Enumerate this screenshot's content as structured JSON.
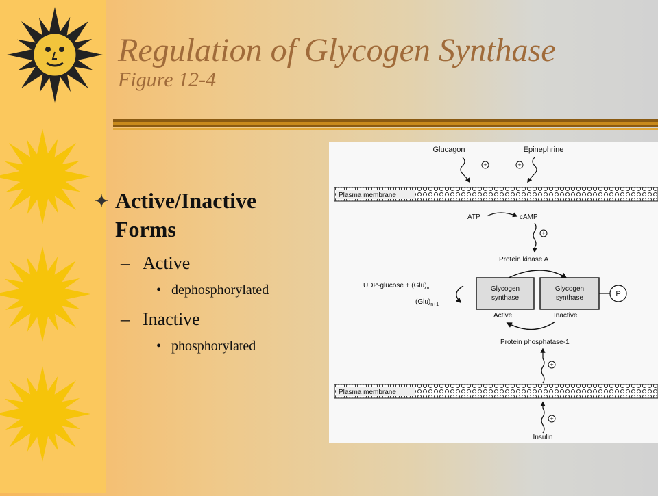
{
  "slide": {
    "title": "Regulation of Glycogen Synthase",
    "subtitle": "Figure 12-4",
    "bullets": {
      "main": "Active/Inactive Forms",
      "sub1": "Active",
      "sub1_detail": "dephosphorylated",
      "sub2": "Inactive",
      "sub2_detail": "phosphorylated"
    }
  },
  "figure": {
    "glucagon": "Glucagon",
    "epinephrine": "Epinephrine",
    "plasma_membrane_top": "Plasma membrane",
    "atp": "ATP",
    "camp": "cAMP",
    "protein_kinase_a": "Protein kinase A",
    "udp_glucose": "UDP-glucose + (Glu)",
    "udp_sub": "n",
    "glu_product": "(Glu)",
    "glu_sub": "n+1",
    "gs_left_1": "Glycogen",
    "gs_left_2": "synthase",
    "gs_right_1": "Glycogen",
    "gs_right_2": "synthase",
    "phosphate": "P",
    "active": "Active",
    "inactive": "Inactive",
    "protein_phosphatase": "Protein phosphatase-1",
    "plasma_membrane_bottom": "Plasma membrane",
    "insulin": "Insulin",
    "plus": "+"
  },
  "colors": {
    "title": "#a06b3a",
    "left_strip": "#fbc85d",
    "sun": "#f6c40a"
  },
  "icons": {
    "decor": "sun-icon",
    "bullet": "four-point-star-icon"
  }
}
